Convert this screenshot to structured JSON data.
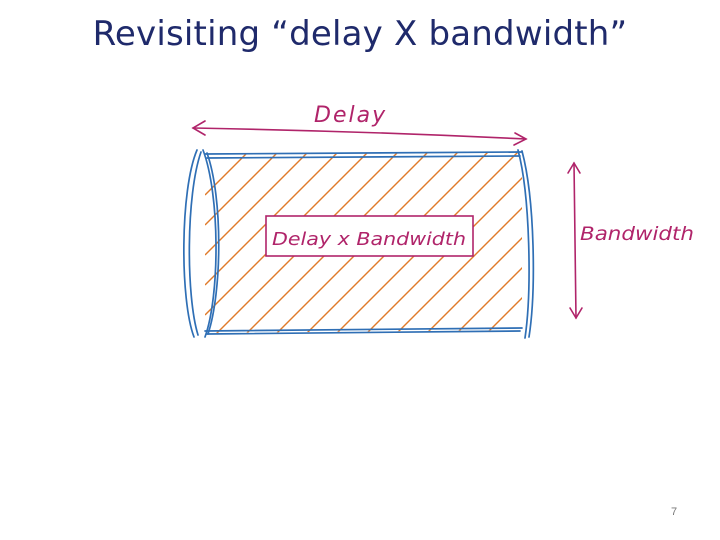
{
  "slide": {
    "title": "Revisiting “delay X bandwidth”",
    "page_number": "7"
  },
  "diagram": {
    "delay_label": "Delay",
    "bandwidth_label": "Bandwidth",
    "product_label": "Delay x Bandwidth"
  },
  "colors": {
    "title": "#1f2a6b",
    "pipe_outline": "#2f6fb5",
    "hatch": "#e07b2a",
    "annotation": "#b0246a"
  },
  "icons": {
    "delay_arrow": "double-headed-arrow-horizontal",
    "bandwidth_arrow": "double-headed-arrow-vertical"
  }
}
